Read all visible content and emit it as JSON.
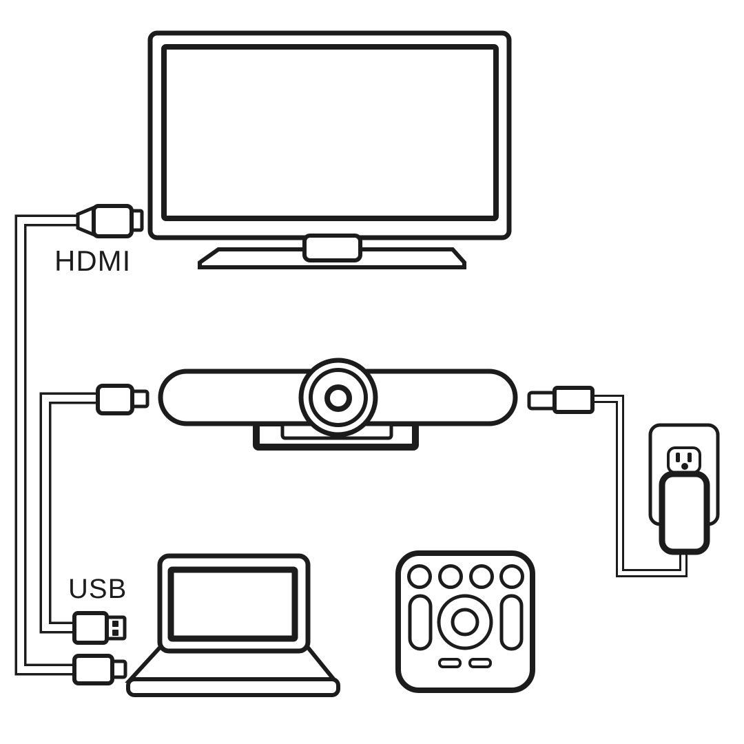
{
  "diagram": {
    "title": "Video conference camera setup diagram",
    "style": "black-and-white line art, no visible UI chrome",
    "colors": {
      "line": "#1c1c1c",
      "background": "#ffffff"
    },
    "components": [
      {
        "name": "tv",
        "description": "flat-screen TV on a stand, top center"
      },
      {
        "name": "hdmi-cable",
        "description": "cable from HDMI plug at TV, running down the left edge to a small plug near the laptop"
      },
      {
        "name": "conference-camera",
        "description": "all-in-one camera soundbar with round lens, on a mount, middle"
      },
      {
        "name": "usb-cable",
        "description": "cable from camera left plug down to a USB-A plug near the laptop"
      },
      {
        "name": "laptop",
        "description": "open laptop, bottom left"
      },
      {
        "name": "remote-control",
        "description": "square remote with four round buttons, side pills and center dial, bottom center"
      },
      {
        "name": "power-cable",
        "description": "power cord from camera right side to wall adapter"
      },
      {
        "name": "wall-outlet",
        "description": "wall outlet plate with power adapter plugged into lower receptacle, right side"
      }
    ]
  },
  "labels": {
    "hdmi": "HDMI",
    "usb": "USB"
  }
}
